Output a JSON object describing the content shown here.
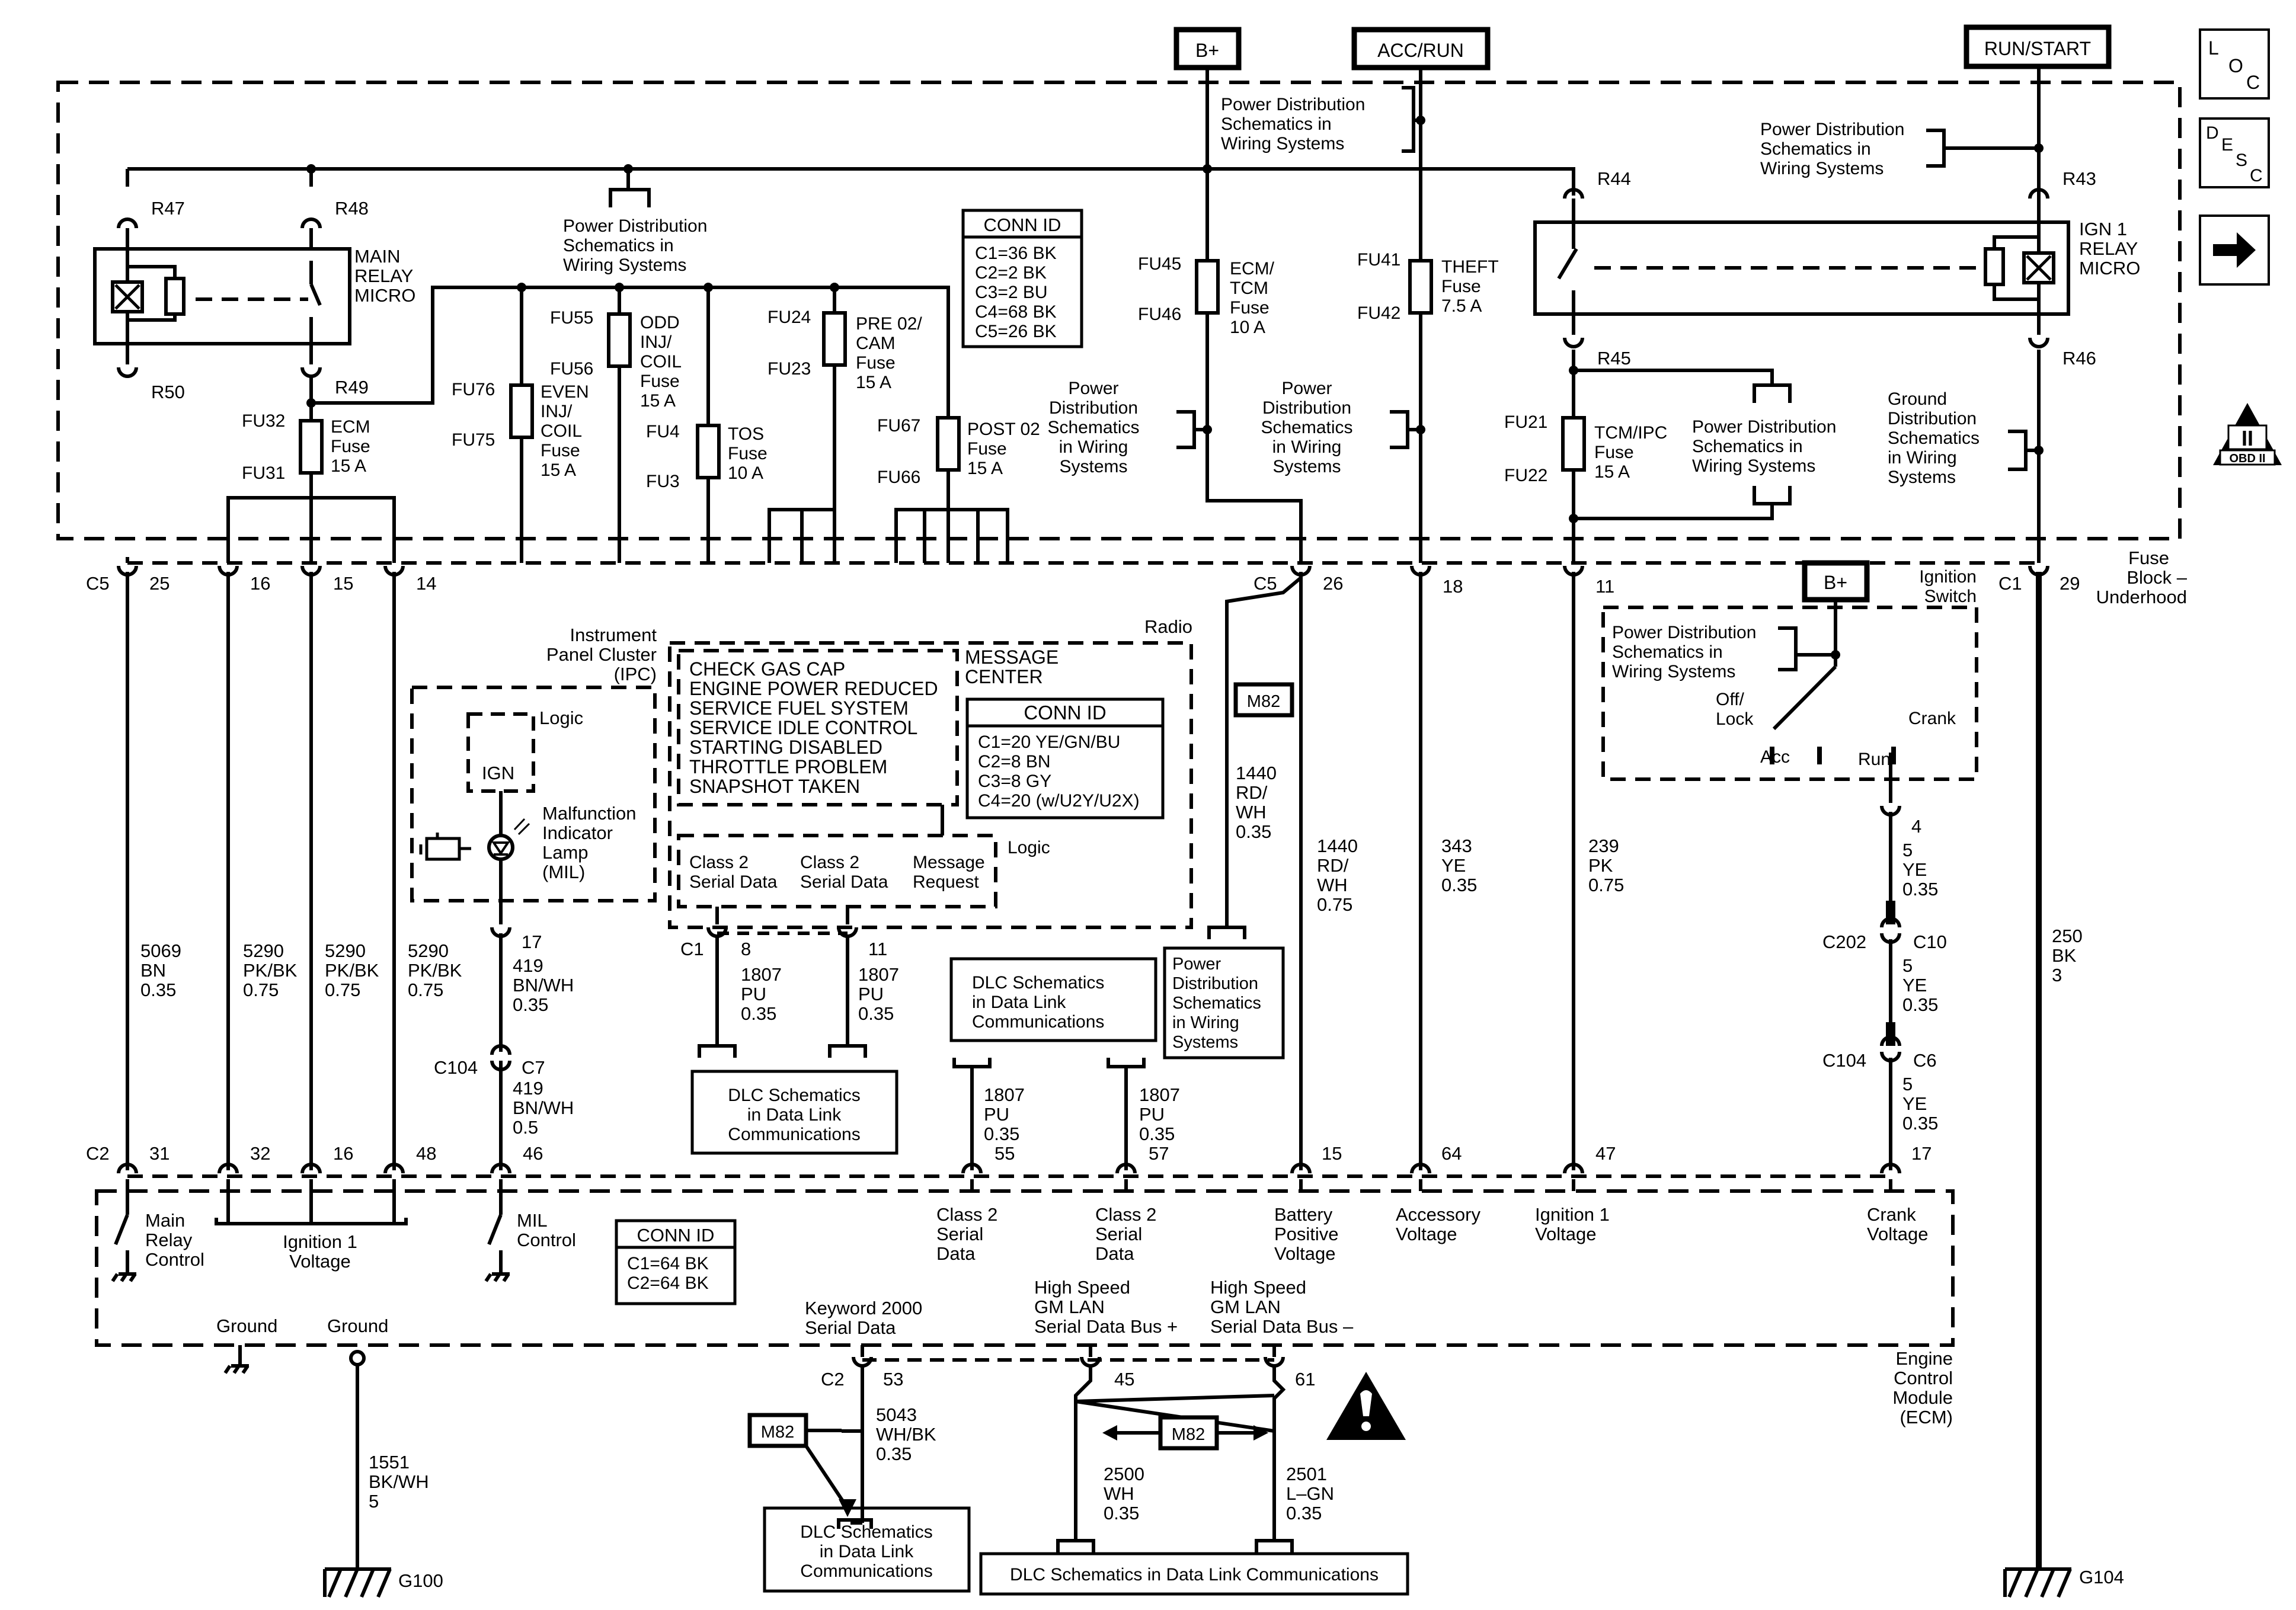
{
  "top_feeds": [
    "B+",
    "ACC/RUN",
    "RUN/START"
  ],
  "side_buttons": {
    "loc": [
      "L",
      "O",
      "C"
    ],
    "desc": [
      "D",
      "E",
      "S",
      "C"
    ],
    "next_icon": "right-arrow-icon"
  },
  "obd_badge": {
    "roman": "II",
    "label": "OBD II"
  },
  "relay_pins": {
    "r47": "R47",
    "r48": "R48",
    "r50": "R50",
    "r49": "R49",
    "r44": "R44",
    "r43": "R43",
    "r45": "R45",
    "r46": "R46"
  },
  "main_relay_label": [
    "MAIN",
    "RELAY",
    "MICRO"
  ],
  "ign1_relay_label": [
    "IGN 1",
    "RELAY",
    "MICRO"
  ],
  "power_dist": [
    "Power Distribution",
    "Schematics in",
    "Wiring Systems"
  ],
  "power_dist_4line": [
    "Power",
    "Distribution",
    "Schematics",
    "in Wiring",
    "Systems"
  ],
  "ground_dist": [
    "Ground",
    "Distribution",
    "Schematics",
    "in Wiring",
    "Systems"
  ],
  "dlc_schematics": [
    "DLC Schematics",
    "in Data Link",
    "Communications"
  ],
  "dlc_bottom_long": "DLC Schematics in Data Link Communications",
  "fuse_block_conn_id": {
    "title": "CONN ID",
    "rows": [
      "C1=36 BK",
      "C2=2 BK",
      "C3=2 BU",
      "C4=68 BK",
      "C5=26 BK"
    ]
  },
  "fuses": {
    "ecm": {
      "ids": [
        "FU32",
        "FU31"
      ],
      "name": [
        "ECM",
        "Fuse",
        "15 A"
      ]
    },
    "even_inj": {
      "ids": [
        "FU76",
        "FU75"
      ],
      "name": [
        "EVEN",
        "INJ/",
        "COIL",
        "Fuse",
        "15 A"
      ]
    },
    "odd_inj": {
      "ids": [
        "FU55",
        "FU56"
      ],
      "name": [
        "ODD",
        "INJ/",
        "COIL",
        "Fuse",
        "15 A"
      ]
    },
    "tos": {
      "ids": [
        "FU4",
        "FU3"
      ],
      "name": [
        "TOS",
        "Fuse",
        "10 A"
      ]
    },
    "pre_o2": {
      "ids": [
        "FU24",
        "FU23"
      ],
      "name": [
        "PRE 02/",
        "CAM",
        "Fuse",
        "15 A"
      ]
    },
    "post_o2": {
      "ids": [
        "FU67",
        "FU66"
      ],
      "name": [
        "POST 02",
        "Fuse",
        "15 A"
      ]
    },
    "ecm_tcm": {
      "ids": [
        "FU45",
        "FU46"
      ],
      "name": [
        "ECM/",
        "TCM",
        "Fuse",
        "10 A"
      ]
    },
    "theft": {
      "ids": [
        "FU41",
        "FU42"
      ],
      "name": [
        "THEFT",
        "Fuse",
        "7.5 A"
      ]
    },
    "tcm_ipc": {
      "ids": [
        "FU21",
        "FU22"
      ],
      "name": [
        "TCM/IPC",
        "Fuse",
        "15 A"
      ]
    }
  },
  "fuse_block_label": [
    "Fuse",
    "Block –",
    "Underhood"
  ],
  "upper_connectors": {
    "c5_left": "C5",
    "c5_mid": "C5",
    "c1_right": "C1",
    "pin25": "25",
    "pin16": "16",
    "pin15": "15",
    "pin14": "14",
    "pin26": "26",
    "pin18": "18",
    "pin11": "11",
    "pin29": "29"
  },
  "wires": {
    "w5069": [
      "5069",
      "BN",
      "0.35"
    ],
    "w5290a": [
      "5290",
      "PK/BK",
      "0.75"
    ],
    "w5290b": [
      "5290",
      "PK/BK",
      "0.75"
    ],
    "w5290c": [
      "5290",
      "PK/BK",
      "0.75"
    ],
    "w1440a": [
      "1440",
      "RD/",
      "WH",
      "0.35"
    ],
    "w1440b": [
      "1440",
      "RD/",
      "WH",
      "0.75"
    ],
    "w343": [
      "343",
      "YE",
      "0.35"
    ],
    "w239": [
      "239",
      "PK",
      "0.75"
    ],
    "w250": [
      "250",
      "BK",
      "3"
    ],
    "w419a": [
      "419",
      "BN/WH",
      "0.35"
    ],
    "w419b": [
      "419",
      "BN/WH",
      "0.5"
    ],
    "w1807a": [
      "1807",
      "PU",
      "0.35"
    ],
    "w1807b": [
      "1807",
      "PU",
      "0.35"
    ],
    "w1807c": [
      "1807",
      "PU",
      "0.35"
    ],
    "w1807d": [
      "1807",
      "PU",
      "0.35"
    ],
    "w5a": [
      "5",
      "YE",
      "0.35"
    ],
    "w5b": [
      "5",
      "YE",
      "0.35"
    ],
    "w5c": [
      "5",
      "YE",
      "0.35"
    ],
    "w5043": [
      "5043",
      "WH/BK",
      "0.35"
    ],
    "w2500": [
      "2500",
      "WH",
      "0.35"
    ],
    "w2501": [
      "2501",
      "L–GN",
      "0.35"
    ],
    "w1551": [
      "1551",
      "BK/WH",
      "5"
    ]
  },
  "ipc": {
    "title": [
      "Instrument",
      "Panel Cluster",
      "(IPC)"
    ],
    "logic": "Logic",
    "ign": "IGN",
    "mil": [
      "Malfunction",
      "Indicator",
      "Lamp",
      "(MIL)"
    ],
    "engine_icon": "check-engine-icon",
    "pin17": "17",
    "c104": "C104",
    "c7": "C7"
  },
  "radio": {
    "title": "Radio",
    "messages": [
      "CHECK GAS CAP",
      "ENGINE POWER REDUCED",
      "SERVICE FUEL SYSTEM",
      "SERVICE IDLE CONTROL",
      "STARTING DISABLED",
      "THROTTLE PROBLEM",
      "SNAPSHOT TAKEN"
    ],
    "message_center": [
      "MESSAGE",
      "CENTER"
    ],
    "conn_id": {
      "title": "CONN ID",
      "rows": [
        "C1=20 YE/GN/BU",
        "C2=8 BN",
        "C3=8 GY",
        "C4=20 (w/U2Y/U2X)"
      ]
    },
    "logic": "Logic",
    "class2a": [
      "Class 2",
      "Serial Data"
    ],
    "class2b": [
      "Class 2",
      "Serial Data"
    ],
    "msg_request": [
      "Message",
      "Request"
    ],
    "c1": "C1",
    "pin8": "8",
    "pin11": "11"
  },
  "m82": "M82",
  "ignition_switch": {
    "title": [
      "Ignition",
      "Switch"
    ],
    "bplus": "B+",
    "off_lock": [
      "Off/",
      "Lock"
    ],
    "crank": "Crank",
    "acc": "Acc",
    "run": "Run",
    "pin4": "4",
    "c202": "C202",
    "c10": "C10",
    "c104": "C104",
    "c6": "C6"
  },
  "ecm_connectors": {
    "c2": "C2",
    "p31": "31",
    "p32": "32",
    "p16": "16",
    "p48": "48",
    "p46": "46",
    "p55": "55",
    "p57": "57",
    "p15": "15",
    "p64": "64",
    "p47": "47",
    "p17": "17"
  },
  "ecm_labels": {
    "main_relay": [
      "Main",
      "Relay",
      "Control"
    ],
    "ign1_voltage": [
      "Ignition 1",
      "Voltage"
    ],
    "mil_control": [
      "MIL",
      "Control"
    ],
    "conn_id": {
      "title": "CONN ID",
      "rows": [
        "C1=64 BK",
        "C2=64 BK"
      ]
    },
    "class2a": [
      "Class 2",
      "Serial",
      "Data"
    ],
    "class2b": [
      "Class 2",
      "Serial",
      "Data"
    ],
    "battery": [
      "Battery",
      "Positive",
      "Voltage"
    ],
    "accessory": [
      "Accessory",
      "Voltage"
    ],
    "ignition1": [
      "Ignition 1",
      "Voltage"
    ],
    "crank": [
      "Crank",
      "Voltage"
    ],
    "ground1": "Ground",
    "ground2": "Ground",
    "keyword": [
      "Keyword 2000",
      "Serial Data"
    ],
    "gmlan_plus": [
      "High Speed",
      "GM LAN",
      "Serial Data Bus +"
    ],
    "gmlan_minus": [
      "High Speed",
      "GM LAN",
      "Serial Data Bus –"
    ],
    "module": [
      "Engine",
      "Control",
      "Module",
      "(ECM)"
    ],
    "c2": "C2",
    "p53": "53",
    "p45": "45",
    "p61": "61"
  },
  "grounds": {
    "g100": "G100",
    "g104": "G104"
  },
  "warning_icon": "caution-icon"
}
